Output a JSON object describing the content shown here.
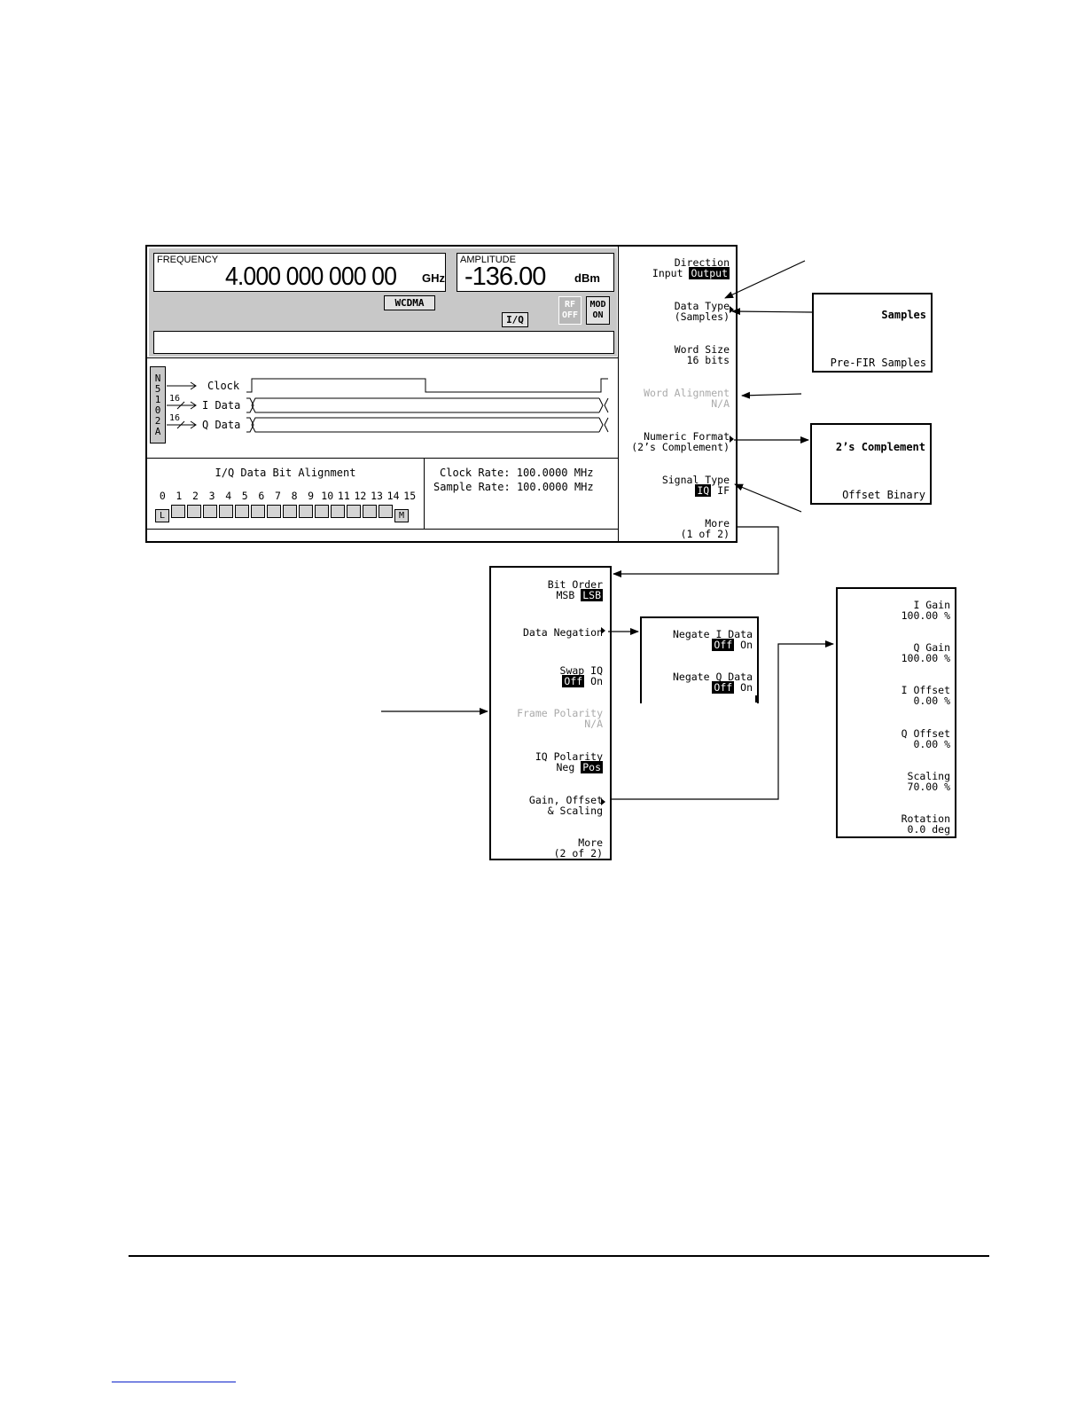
{
  "status": {
    "frequency_label": "FREQUENCY",
    "frequency_value": "4.000 000 000 00",
    "frequency_unit": "GHz",
    "amplitude_label": "AMPLITUDE",
    "amplitude_value": "-136.00",
    "amplitude_unit": "dBm",
    "mode_badge": "WCDMA",
    "iq_badge": "I/Q",
    "rf_badge": [
      "RF",
      "OFF"
    ],
    "mod_badge": [
      "MOD",
      "ON"
    ]
  },
  "diagram": {
    "device_label": [
      "N",
      "5",
      "1",
      "0",
      "2",
      "A"
    ],
    "signals": [
      {
        "bus": "",
        "label": "Clock"
      },
      {
        "bus": "16",
        "label": "I Data"
      },
      {
        "bus": "16",
        "label": "Q Data"
      }
    ]
  },
  "bit_alignment": {
    "title": "I/Q Data Bit Alignment",
    "bit_numbers": [
      "0",
      "1",
      "2",
      "3",
      "4",
      "5",
      "6",
      "7",
      "8",
      "9",
      "10",
      "11",
      "12",
      "13",
      "14",
      "15"
    ],
    "first_cell": "L",
    "last_cell": "M"
  },
  "rates": {
    "clock_label": "Clock Rate:",
    "clock_value": "100.0000 MHz",
    "sample_label": "Sample Rate:",
    "sample_value": "100.0000 MHz"
  },
  "softkeys_page1": {
    "direction": {
      "title": "Direction",
      "opt1": "Input",
      "opt2": "Output"
    },
    "data_type": {
      "title": "Data Type",
      "value": "(Samples)"
    },
    "word_size": {
      "title": "Word Size",
      "value": "16 bits"
    },
    "word_alignment": {
      "title": "Word Alignment",
      "value": "N/A"
    },
    "numeric_format": {
      "title": "Numeric Format",
      "value": "(2’s Complement)"
    },
    "signal_type": {
      "title": "Signal Type",
      "opt1": "IQ",
      "opt2": "IF"
    },
    "more": {
      "title": "More",
      "value": "(1 of 2)"
    }
  },
  "data_type_menu": {
    "item1": "Samples",
    "item2": "Pre-FIR Samples"
  },
  "numeric_format_menu": {
    "item1": "2’s Complement",
    "item2": "Offset Binary"
  },
  "softkeys_page2": {
    "bit_order": {
      "title": "Bit Order",
      "opt1": "MSB",
      "opt2": "LSB"
    },
    "data_negation": {
      "title": "Data Negation"
    },
    "swap_iq": {
      "title": "Swap IQ",
      "opt1": "Off",
      "opt2": "On"
    },
    "frame_polarity": {
      "title": "Frame Polarity",
      "value": "N/A"
    },
    "iq_polarity": {
      "title": "IQ Polarity",
      "opt1": "Neg",
      "opt2": "Pos"
    },
    "gain_offset": {
      "title": "Gain, Offset",
      "title2": "& Scaling"
    },
    "more": {
      "title": "More",
      "value": "(2 of 2)"
    }
  },
  "negation_menu": {
    "negate_i": {
      "title": "Negate I Data",
      "opt1": "Off",
      "opt2": "On"
    },
    "negate_q": {
      "title": "Negate Q Data",
      "opt1": "Off",
      "opt2": "On"
    }
  },
  "gain_menu": [
    {
      "title": "I Gain",
      "value": "100.00 %"
    },
    {
      "title": "Q Gain",
      "value": "100.00 %"
    },
    {
      "title": "I Offset",
      "value": "0.00 %"
    },
    {
      "title": "Q Offset",
      "value": "0.00 %"
    },
    {
      "title": "Scaling",
      "value": "70.00 %"
    },
    {
      "title": "Rotation",
      "value": "0.0 deg"
    }
  ]
}
